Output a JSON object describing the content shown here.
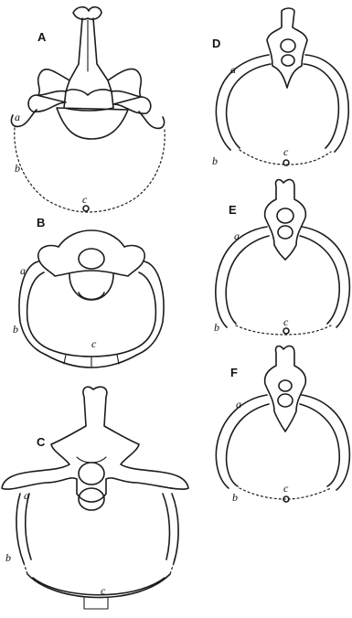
{
  "figure": {
    "panels": [
      {
        "key": "A",
        "label": "A",
        "parts": {
          "a": "a",
          "b": "b",
          "c": "c"
        }
      },
      {
        "key": "B",
        "label": "B",
        "parts": {
          "a": "a",
          "b": "b",
          "c": "c"
        }
      },
      {
        "key": "C",
        "label": "C",
        "parts": {
          "a": "a",
          "b": "b",
          "c": "c"
        }
      },
      {
        "key": "D",
        "label": "D",
        "parts": {
          "a": "a",
          "b": "b",
          "c": "c"
        }
      },
      {
        "key": "E",
        "label": "E",
        "parts": {
          "a": "a",
          "b": "b",
          "c": "c"
        }
      },
      {
        "key": "F",
        "label": "F",
        "parts": {
          "a": "a",
          "b": "b",
          "c": "c"
        }
      }
    ]
  }
}
